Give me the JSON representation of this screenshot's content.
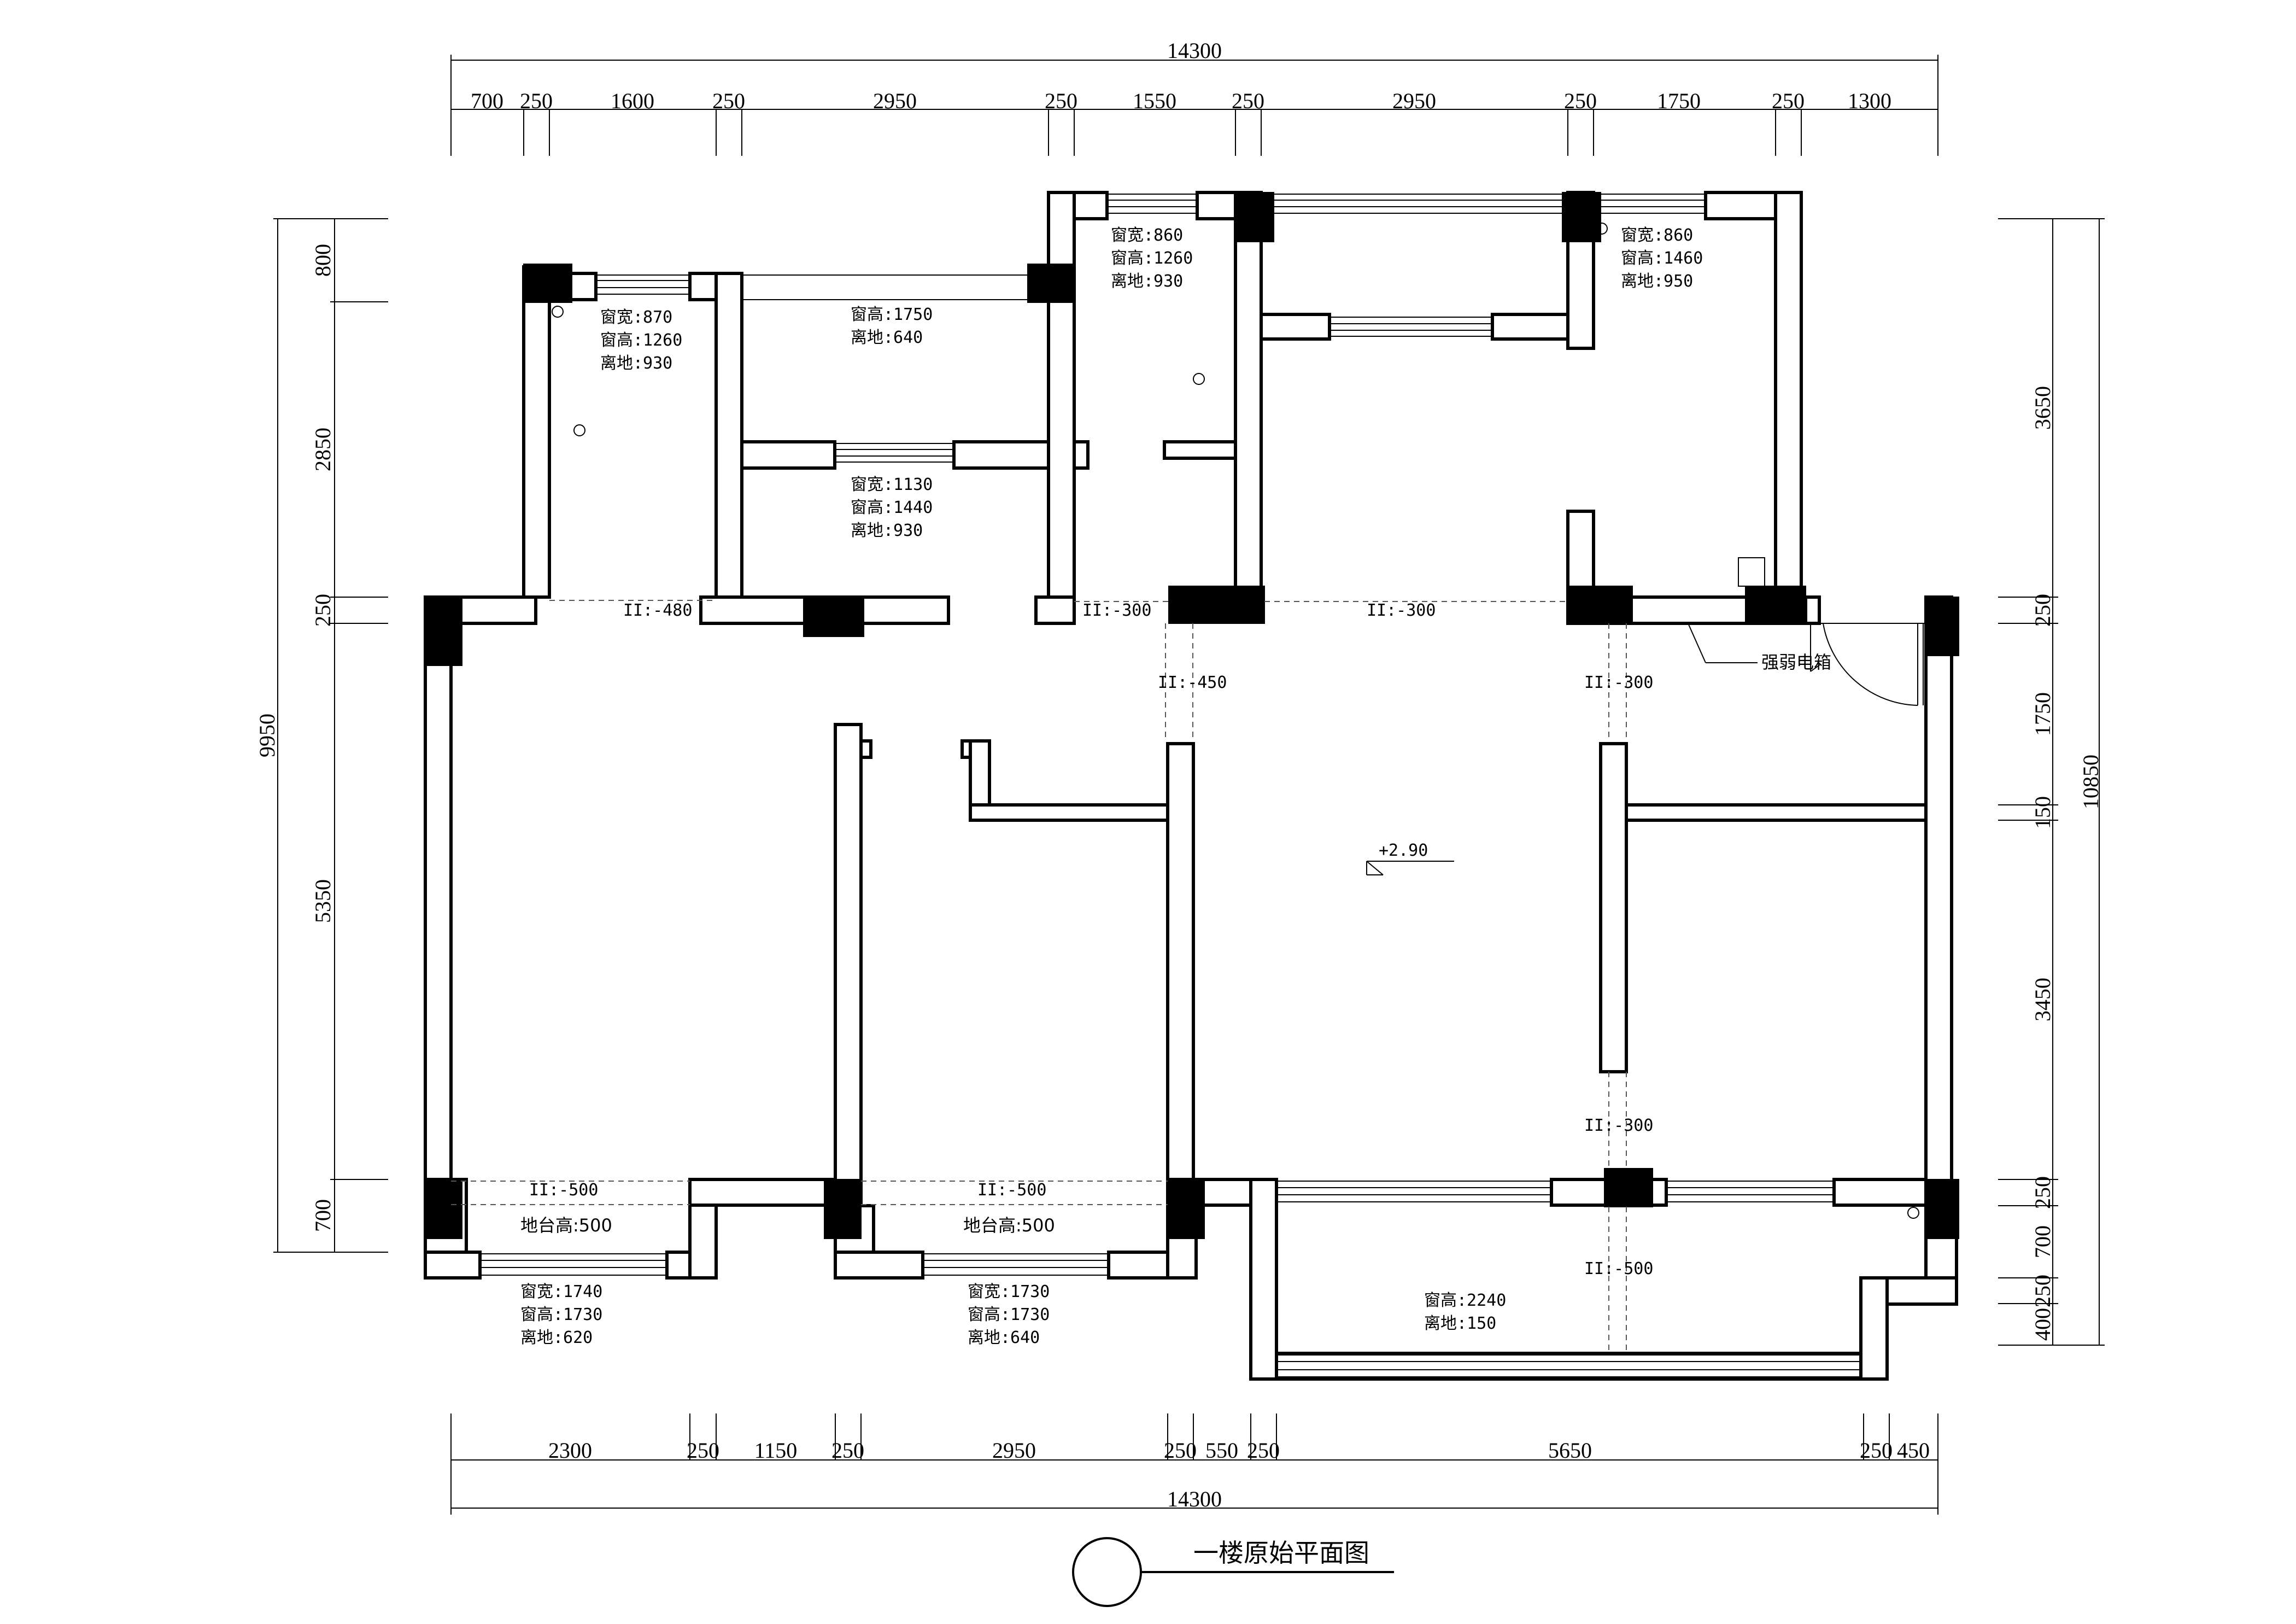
{
  "title": "一楼原始平面图",
  "level_mark": "+2.90",
  "electric_box": "强弱电箱",
  "dims_top": {
    "total": "14300",
    "segments": [
      "700",
      "250",
      "1600",
      "250",
      "2950",
      "250",
      "1550",
      "250",
      "2950",
      "250",
      "1750",
      "250",
      "1300"
    ]
  },
  "dims_bottom": {
    "total": "14300",
    "segments": [
      "2300",
      "250",
      "1150",
      "250",
      "2950",
      "250",
      "550",
      "250",
      "5650",
      "250",
      "450"
    ]
  },
  "dims_left": {
    "total": "9950",
    "segments": [
      "800",
      "2850",
      "250",
      "5350",
      "700"
    ]
  },
  "dims_right": {
    "total": "10850",
    "segments": [
      "3650",
      "250",
      "1750",
      "150",
      "3450",
      "250",
      "700",
      "250",
      "400"
    ]
  },
  "labels": [
    {
      "lines": [
        "窗宽:870",
        "窗高:1260",
        "离地:930"
      ]
    },
    {
      "lines": [
        "窗高:1750",
        "离地:640"
      ]
    },
    {
      "lines": [
        "窗宽:860",
        "窗高:1260",
        "离地:930"
      ]
    },
    {
      "lines": [
        "窗宽:860",
        "窗高:1460",
        "离地:950"
      ]
    },
    {
      "lines": [
        "窗宽:1130",
        "窗高:1440",
        "离地:930"
      ]
    },
    {
      "lines": [
        "地台高:500"
      ]
    },
    {
      "lines": [
        "地台高:500"
      ]
    },
    {
      "lines": [
        "窗宽:1740",
        "窗高:1730",
        "离地:620"
      ]
    },
    {
      "lines": [
        "窗宽:1730",
        "窗高:1730",
        "离地:640"
      ]
    },
    {
      "lines": [
        "窗高:2240",
        "离地:150"
      ]
    }
  ],
  "beams": [
    "II:-480",
    "II:-300",
    "II:-300",
    "II:-450",
    "II:-300",
    "II:-300",
    "II:-500",
    "II:-500",
    "II:-500"
  ]
}
